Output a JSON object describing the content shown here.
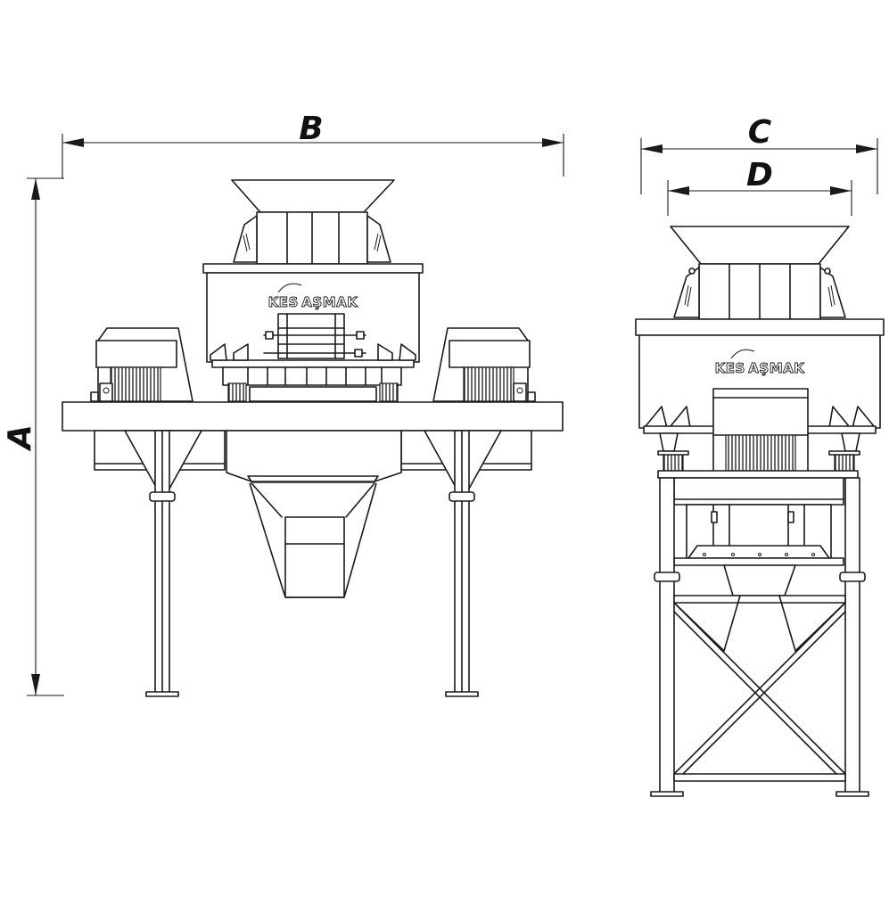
{
  "dimensions": {
    "a": "A",
    "b": "B",
    "c": "C",
    "d": "D"
  },
  "brand": {
    "front": "KES AŞMAK",
    "side": "KES AŞMAK"
  },
  "colors": {
    "line": "#1a1a1a",
    "background": "#ffffff"
  }
}
